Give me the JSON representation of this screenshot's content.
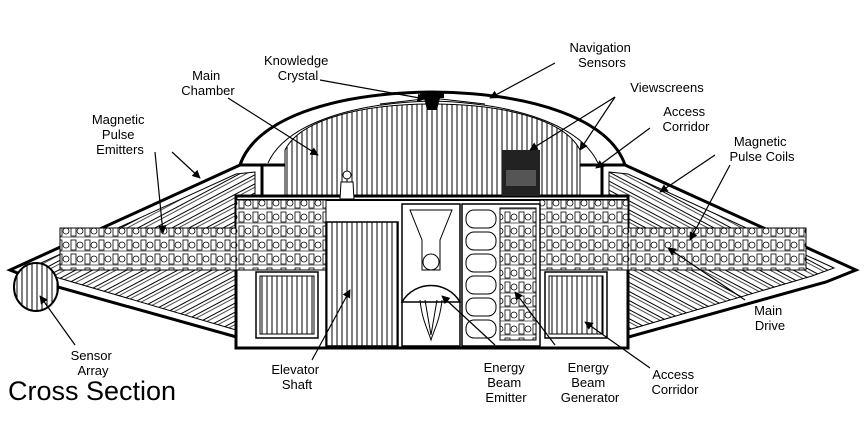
{
  "title": "Cross Section",
  "labels": {
    "knowledge_crystal": [
      "Knowledge",
      "Crystal"
    ],
    "navigation_sensors": [
      "Navigation",
      "Sensors"
    ],
    "main_chamber": [
      "Main",
      "Chamber"
    ],
    "viewscreens": [
      "Viewscreens"
    ],
    "access_corridor_upper": [
      "Access",
      "Corridor"
    ],
    "magnetic_pulse_emitters": [
      "Magnetic",
      "Pulse",
      "Emitters"
    ],
    "magnetic_pulse_coils": [
      "Magnetic",
      "Pulse Coils"
    ],
    "main_drive": [
      "Main",
      "Drive"
    ],
    "sensor_array": [
      "Sensor",
      "Array"
    ],
    "elevator_shaft": [
      "Elevator",
      "Shaft"
    ],
    "energy_beam_emitter": [
      "Energy",
      "Beam",
      "Emitter"
    ],
    "energy_beam_generator": [
      "Energy",
      "Beam",
      "Generator"
    ],
    "access_corridor_lower": [
      "Access",
      "Corridor"
    ]
  }
}
